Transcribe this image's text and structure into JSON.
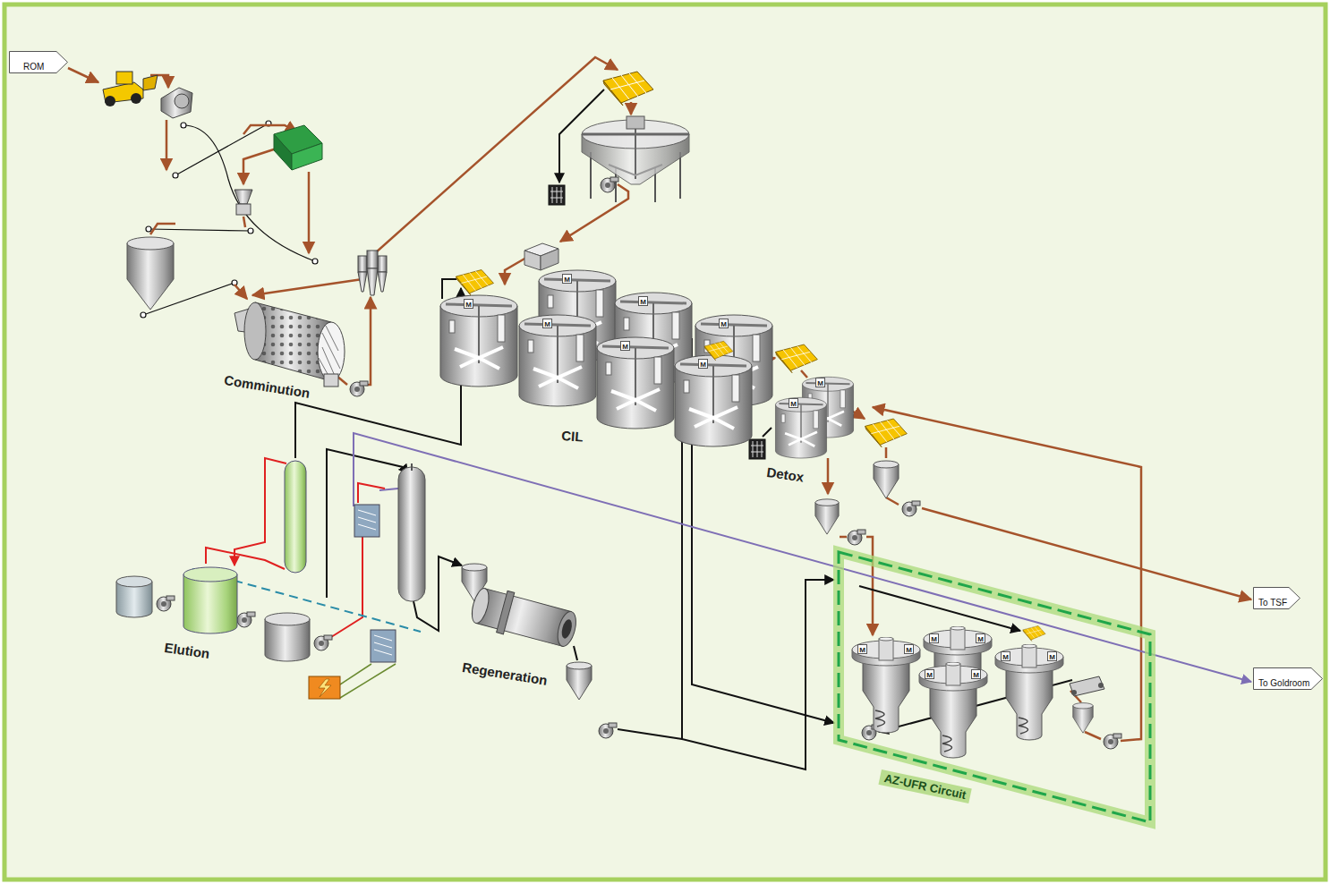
{
  "diagram": {
    "nodes": [
      {
        "text": [
          "ROM"
        ]
      },
      {
        "text": [
          "AZ-UFR Circuit"
        ]
      },
      {
        "text": [
          "To TSF"
        ]
      },
      {
        "text": [
          "To Goldroom"
        ]
      }
    ],
    "labels": [
      "Comminution",
      "CIL",
      "Detox",
      "Elution",
      "Regeneration",
      "M",
      "M",
      "M",
      "M",
      "M",
      "M",
      "M",
      "M",
      "M",
      "M",
      "M",
      "M",
      "M",
      "M",
      "M",
      "M",
      "M"
    ]
  }
}
